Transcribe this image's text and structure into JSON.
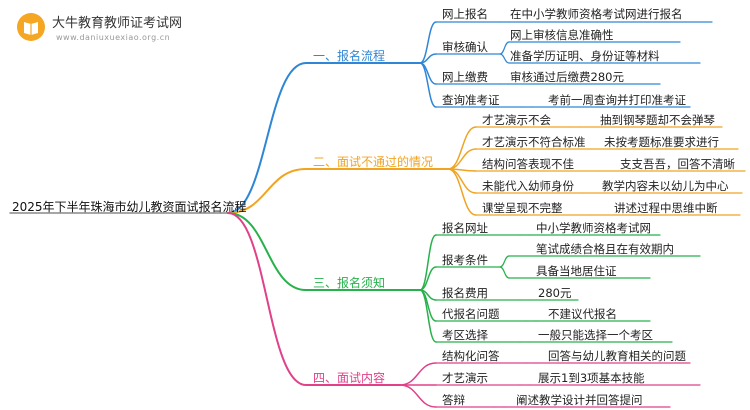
{
  "brand": {
    "name": "大牛教育教师证考试网",
    "url": "www.daniuxuexiao.org.cn"
  },
  "root": "2025年下半年珠海市幼儿教资面试报名流程",
  "colors": {
    "blue": "#2f86d6",
    "orange": "#f0a422",
    "green": "#27b14b",
    "pink": "#e0418a",
    "root_line": "#888888"
  },
  "branches": [
    {
      "label": "一、报名流程",
      "children": [
        {
          "label": "网上报名",
          "details": [
            "在中小学教师资格考试网进行报名"
          ]
        },
        {
          "label": "审核确认",
          "details": [
            "网上审核信息准确性",
            "准备学历证明、身份证等材料"
          ]
        },
        {
          "label": "网上缴费",
          "details": [
            "审核通过后缴费280元"
          ]
        },
        {
          "label": "查询准考证",
          "details": [
            "考前一周查询并打印准考证"
          ]
        }
      ]
    },
    {
      "label": "二、面试不通过的情况",
      "children": [
        {
          "label": "才艺演示不会",
          "details": [
            "抽到钢琴题却不会弹琴"
          ]
        },
        {
          "label": "才艺演示不符合标准",
          "details": [
            "未按考题标准要求进行"
          ]
        },
        {
          "label": "结构问答表现不佳",
          "details": [
            "支支吾吾，回答不清晰"
          ]
        },
        {
          "label": "未能代入幼师身份",
          "details": [
            "教学内容未以幼儿为中心"
          ]
        },
        {
          "label": "课堂呈现不完整",
          "details": [
            "讲述过程中思维中断"
          ]
        }
      ]
    },
    {
      "label": "三、报名须知",
      "children": [
        {
          "label": "报名网址",
          "details": [
            "中小学教师资格考试网"
          ]
        },
        {
          "label": "报考条件",
          "details": [
            "笔试成绩合格且在有效期内",
            "具备当地居住证"
          ]
        },
        {
          "label": "报名费用",
          "details": [
            "280元"
          ]
        },
        {
          "label": "代报名问题",
          "details": [
            "不建议代报名"
          ]
        },
        {
          "label": "考区选择",
          "details": [
            "一般只能选择一个考区"
          ]
        }
      ]
    },
    {
      "label": "四、面试内容",
      "children": [
        {
          "label": "结构化问答",
          "details": [
            "回答与幼儿教育相关的问题"
          ]
        },
        {
          "label": "才艺演示",
          "details": [
            "展示1到3项基本技能"
          ]
        },
        {
          "label": "答辩",
          "details": [
            "阐述教学设计并回答提问"
          ]
        }
      ]
    }
  ]
}
